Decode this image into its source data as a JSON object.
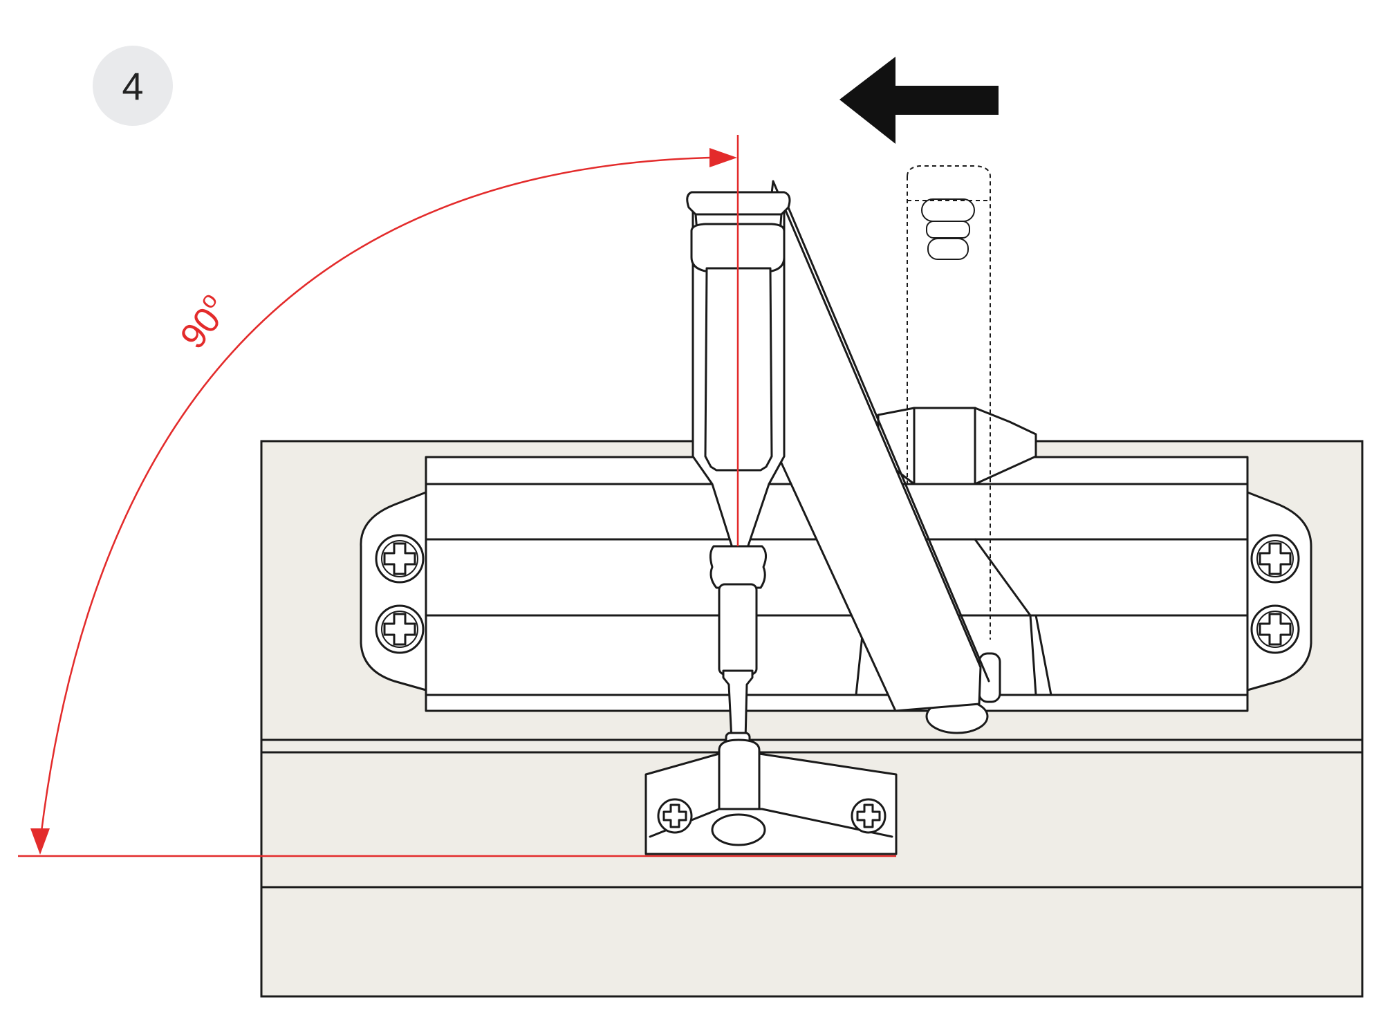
{
  "step": {
    "number": "4"
  },
  "angle": {
    "label": "90",
    "unit_mark": "o"
  },
  "colors": {
    "accent": "#e32b2b",
    "line": "#1a1a1a",
    "panel": "#efede7",
    "badge": "#e9eaec"
  },
  "icons": {
    "direction": "arrow-left-icon",
    "screw": "phillips-screw-icon"
  }
}
